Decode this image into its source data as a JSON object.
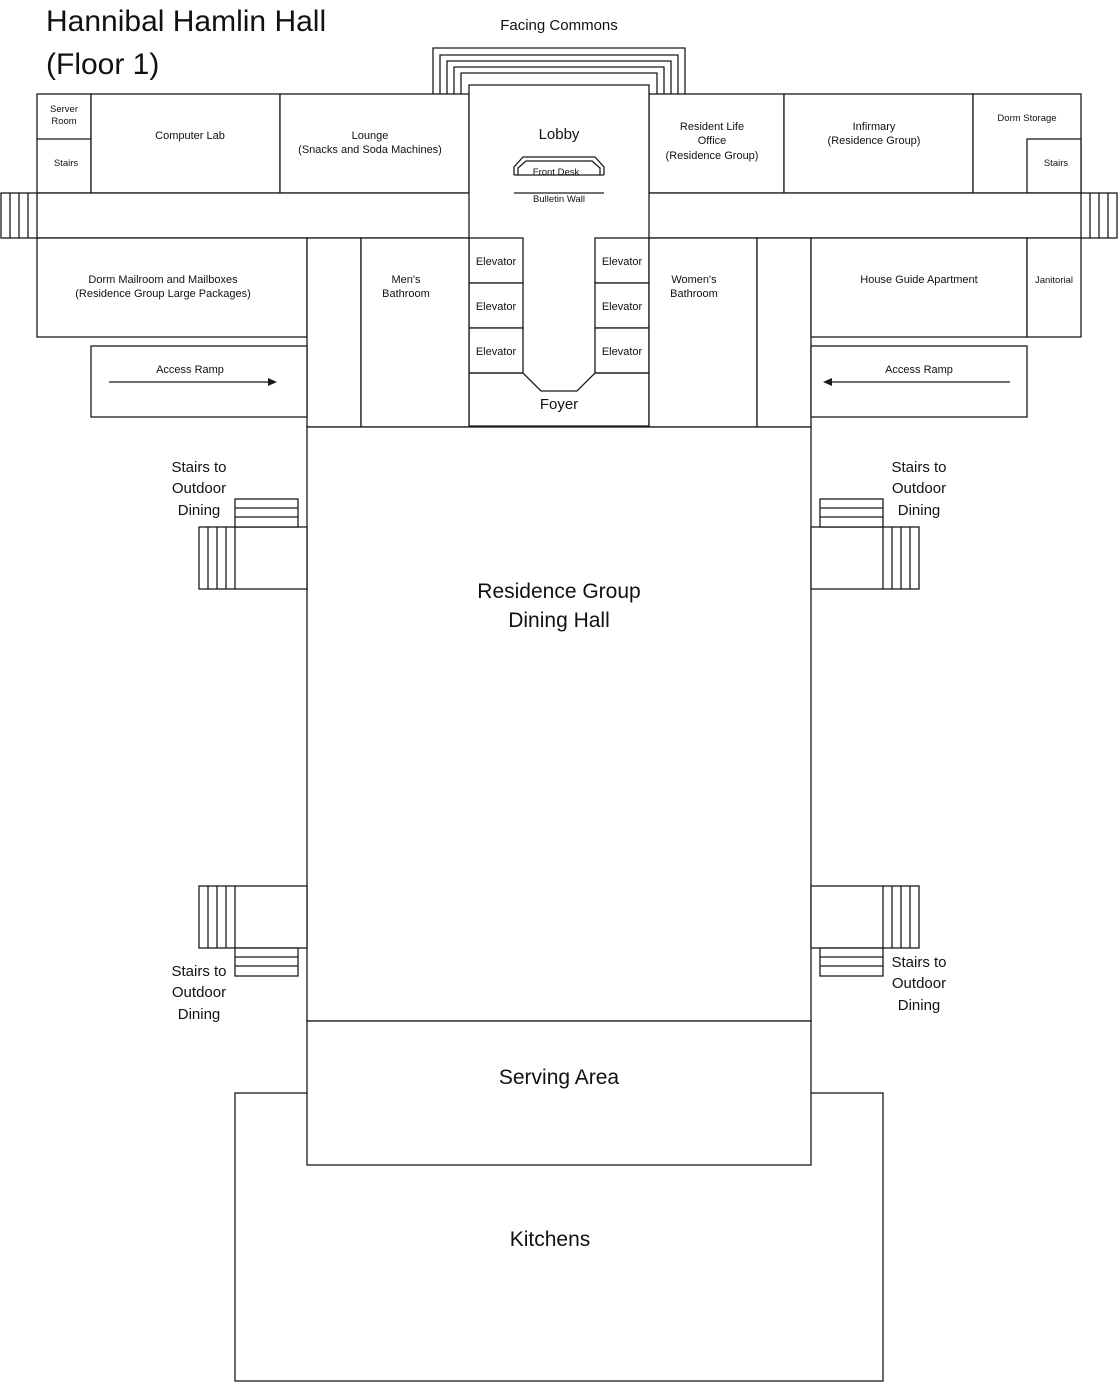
{
  "title": {
    "line1": "Hannibal Hamlin Hall",
    "line2": "(Floor 1)"
  },
  "facing": "Facing Commons",
  "rooms": {
    "server_room": [
      "Server",
      "Room"
    ],
    "stairs_left": "Stairs",
    "computer_lab": "Computer Lab",
    "lounge": [
      "Lounge",
      "(Snacks and Soda Machines)"
    ],
    "lobby": "Lobby",
    "front_desk": "Front Desk",
    "bulletin_wall": "Bulletin Wall",
    "resident_life": [
      "Resident Life",
      "Office",
      "(Residence Group)"
    ],
    "infirmary": [
      "Infirmary",
      "(Residence Group)"
    ],
    "dorm_storage": "Dorm Storage",
    "stairs_right": "Stairs",
    "mailroom": [
      "Dorm Mailroom and Mailboxes",
      "(Residence Group Large Packages)"
    ],
    "mens_bathroom": [
      "Men's",
      "Bathroom"
    ],
    "elevators_left": [
      "Elevator",
      "Elevator",
      "Elevator"
    ],
    "elevators_right": [
      "Elevator",
      "Elevator",
      "Elevator"
    ],
    "womens_bathroom": [
      "Women's",
      "Bathroom"
    ],
    "house_guide": "House Guide Apartment",
    "janitorial": "Janitorial",
    "access_ramp_left": "Access Ramp",
    "access_ramp_right": "Access Ramp",
    "foyer": "Foyer",
    "dining_hall": [
      "Residence Group",
      "Dining Hall"
    ],
    "outdoor_stairs_top_left": [
      "Stairs to",
      "Outdoor",
      "Dining"
    ],
    "outdoor_stairs_top_right": [
      "Stairs to",
      "Outdoor",
      "Dining"
    ],
    "outdoor_stairs_bottom_left": [
      "Stairs to",
      "Outdoor",
      "Dining"
    ],
    "outdoor_stairs_bottom_right": [
      "Stairs to",
      "Outdoor",
      "Dining"
    ],
    "serving_area": "Serving Area",
    "kitchens": "Kitchens"
  }
}
